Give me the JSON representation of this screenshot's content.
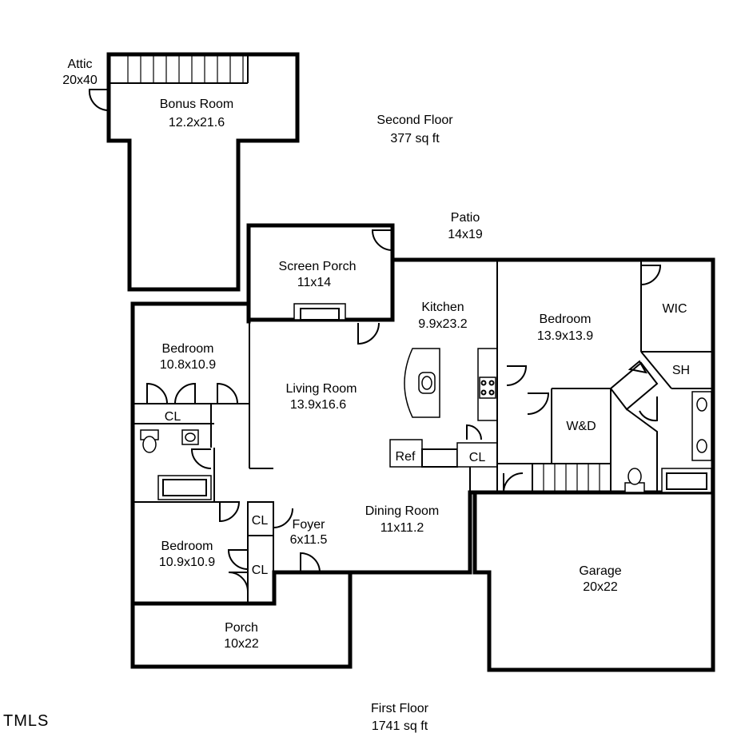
{
  "second_floor": {
    "title": "Second Floor",
    "area": "377 sq ft",
    "rooms": {
      "attic": {
        "name": "Attic",
        "size": "20x40"
      },
      "bonus_room": {
        "name": "Bonus Room",
        "size": "12.2x21.6"
      }
    }
  },
  "first_floor": {
    "title": "First Floor",
    "area": "1741 sq ft",
    "rooms": {
      "patio": {
        "name": "Patio",
        "size": "14x19"
      },
      "screen_porch": {
        "name": "Screen Porch",
        "size": "11x14"
      },
      "kitchen": {
        "name": "Kitchen",
        "size": "9.9x23.2"
      },
      "master_bedroom": {
        "name": "Bedroom",
        "size": "13.9x13.9"
      },
      "wic": {
        "name": "WIC"
      },
      "sh": {
        "name": "SH"
      },
      "bedroom_upper": {
        "name": "Bedroom",
        "size": "10.8x10.9"
      },
      "living_room": {
        "name": "Living Room",
        "size": "13.9x16.6"
      },
      "cl_hall": {
        "name": "CL"
      },
      "wd": {
        "name": "W&D"
      },
      "ref": {
        "name": "Ref"
      },
      "cl_kitchen": {
        "name": "CL"
      },
      "dining_room": {
        "name": "Dining Room",
        "size": "11x11.2"
      },
      "foyer": {
        "name": "Foyer",
        "size": "6x11.5"
      },
      "cl_foyer_top": {
        "name": "CL"
      },
      "cl_foyer_bottom": {
        "name": "CL"
      },
      "bedroom_lower": {
        "name": "Bedroom",
        "size": "10.9x10.9"
      },
      "garage": {
        "name": "Garage",
        "size": "20x22"
      },
      "porch": {
        "name": "Porch",
        "size": "10x22"
      }
    }
  },
  "watermark": "TMLS"
}
